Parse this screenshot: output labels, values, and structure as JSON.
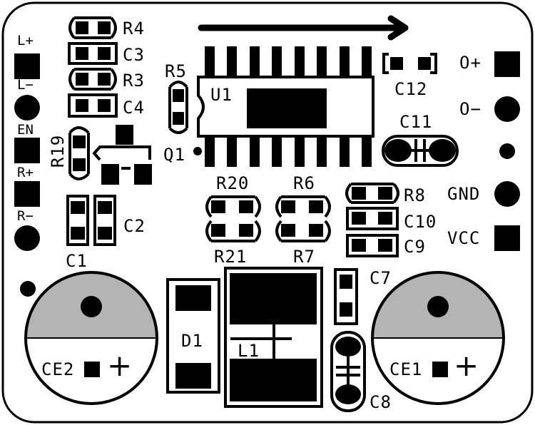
{
  "board": {
    "outline_color": "#000000",
    "fill_color": "#ffffff",
    "cap_shade_color": "#b4b4b4"
  },
  "labels": {
    "r4": "R4",
    "c3": "C3",
    "r3": "R3",
    "c4": "C4",
    "r5": "R5",
    "u1": "U1",
    "q1": "Q1",
    "r19": "R19",
    "c12": "C12",
    "c11": "C11",
    "c2": "C2",
    "c1": "C1",
    "r20": "R20",
    "r6": "R6",
    "r21": "R21",
    "r7": "R7",
    "r8": "R8",
    "c10": "C10",
    "c9": "C9",
    "c7": "C7",
    "c8": "C8",
    "d1": "D1",
    "l1": "L1",
    "ce1": "CE1",
    "ce2": "CE2"
  },
  "pins": {
    "l_plus": "L+",
    "l_minus": "L−",
    "en": "EN",
    "r_plus": "R+",
    "r_minus": "R−",
    "o_plus": "O+",
    "o_minus": "O−",
    "gnd": "GND",
    "vcc": "VCC"
  },
  "polarity": {
    "ce1": "+",
    "ce2": "+"
  }
}
